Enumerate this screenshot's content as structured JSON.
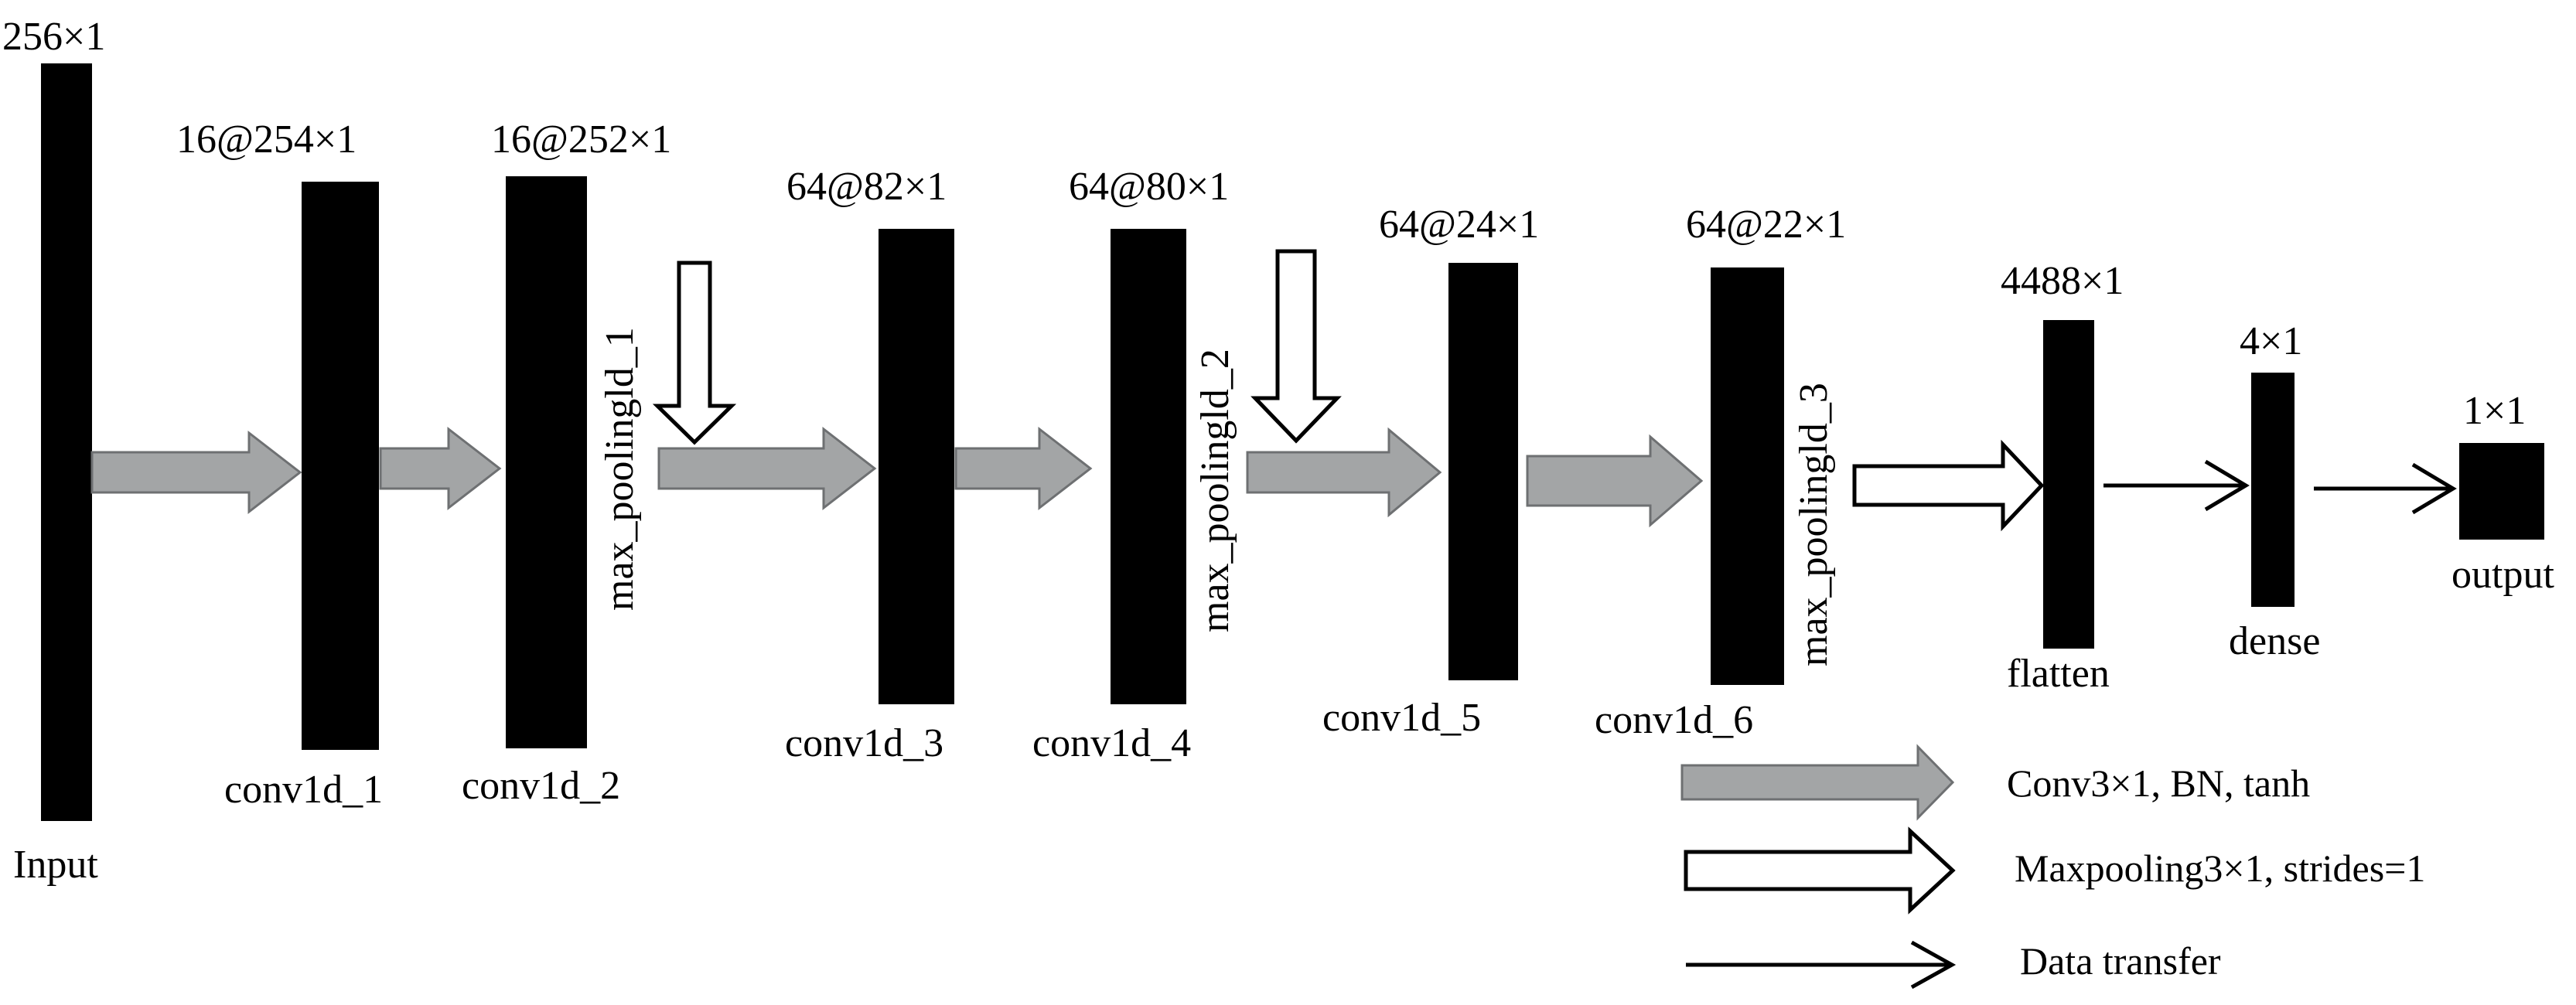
{
  "layers": [
    {
      "id": "input",
      "name": "Input",
      "size": "256×1"
    },
    {
      "id": "conv1d_1",
      "name": "conv1d_1",
      "size": "16@254×1"
    },
    {
      "id": "conv1d_2",
      "name": "conv1d_2",
      "size": "16@252×1"
    },
    {
      "id": "conv1d_3",
      "name": "conv1d_3",
      "size": "64@82×1"
    },
    {
      "id": "conv1d_4",
      "name": "conv1d_4",
      "size": "64@80×1"
    },
    {
      "id": "conv1d_5",
      "name": "conv1d_5",
      "size": "64@24×1"
    },
    {
      "id": "conv1d_6",
      "name": "conv1d_6",
      "size": "64@22×1"
    },
    {
      "id": "flatten",
      "name": "flatten",
      "size": "4488×1"
    },
    {
      "id": "dense",
      "name": "dense",
      "size": "4×1"
    },
    {
      "id": "output",
      "name": "output",
      "size": "1×1"
    }
  ],
  "pooling": [
    {
      "id": "max_pooling_1",
      "label": "max_poolingld_1"
    },
    {
      "id": "max_pooling_2",
      "label": "max_poolingld_2"
    },
    {
      "id": "max_pooling_3",
      "label": "max_poolingld_3"
    }
  ],
  "legend": {
    "conv": "Conv3×1, BN, tanh",
    "maxpool": "Maxpooling3×1, strides=1",
    "transfer": "Data transfer"
  },
  "colors": {
    "layer_fill": "#000000",
    "conv_arrow_fill": "#a3a5a6",
    "conv_arrow_stroke": "#6e7072",
    "pool_arrow_fill": "#ffffff",
    "pool_arrow_stroke": "#000000",
    "transfer_arrow": "#000000"
  }
}
